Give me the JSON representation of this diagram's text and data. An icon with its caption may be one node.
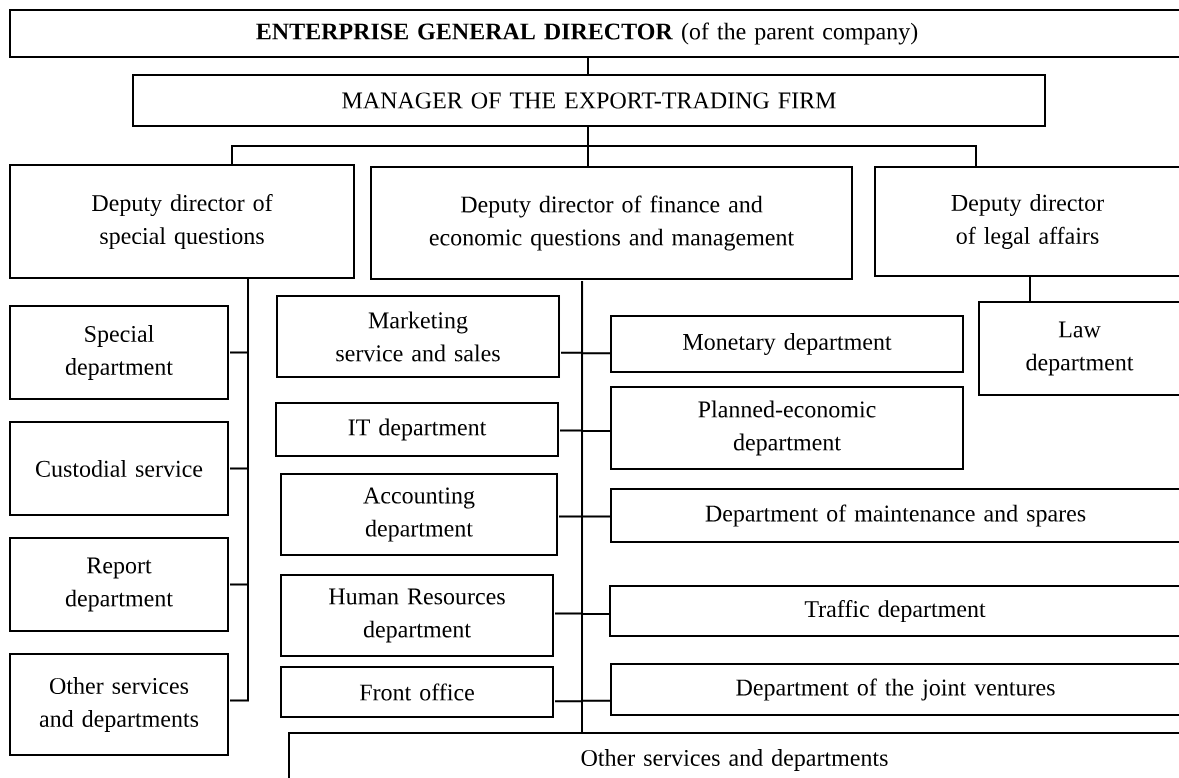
{
  "diagram": {
    "nodes": [
      {
        "text": [
          "**ENTERPRISE GENERAL DIRECTOR** (of the parent company)"
        ]
      },
      {
        "text": [
          "MANAGER OF THE EXPORT-TRADING FIRM"
        ]
      },
      {
        "text": [
          "Deputy director of special questions"
        ]
      },
      {
        "text": [
          "Deputy director of finance and economic questions and management"
        ]
      },
      {
        "text": [
          "Deputy director of legal affairs"
        ]
      },
      {
        "text": [
          "Special department"
        ]
      },
      {
        "text": [
          "Custodial service"
        ]
      },
      {
        "text": [
          "Report department"
        ]
      },
      {
        "text": [
          "Other services and departments"
        ]
      },
      {
        "text": [
          "Marketing service and sales"
        ]
      },
      {
        "text": [
          "IT department"
        ]
      },
      {
        "text": [
          "Accounting department"
        ]
      },
      {
        "text": [
          "Human Resources department"
        ]
      },
      {
        "text": [
          "Front office"
        ]
      },
      {
        "text": [
          "Monetary department"
        ]
      },
      {
        "text": [
          "Planned-economic department"
        ]
      },
      {
        "text": [
          "Department of maintenance and spares"
        ]
      },
      {
        "text": [
          "Traffic department"
        ]
      },
      {
        "text": [
          "Department of the joint ventures"
        ]
      },
      {
        "text": [
          "Law department"
        ]
      },
      {
        "text": [
          "Other services and departments"
        ]
      }
    ],
    "edges": [
      {
        "from": 0,
        "to": 1,
        "arrow": "none"
      },
      {
        "from": 1,
        "to": 2,
        "arrow": "none"
      },
      {
        "from": 1,
        "to": 3,
        "arrow": "none"
      },
      {
        "from": 1,
        "to": 4,
        "arrow": "none"
      },
      {
        "from": 2,
        "to": 5,
        "arrow": "none"
      },
      {
        "from": 2,
        "to": 6,
        "arrow": "none"
      },
      {
        "from": 2,
        "to": 7,
        "arrow": "none"
      },
      {
        "from": 2,
        "to": 8,
        "arrow": "none"
      },
      {
        "from": 3,
        "to": 9,
        "arrow": "none"
      },
      {
        "from": 3,
        "to": 10,
        "arrow": "none"
      },
      {
        "from": 3,
        "to": 11,
        "arrow": "none"
      },
      {
        "from": 3,
        "to": 12,
        "arrow": "none"
      },
      {
        "from": 3,
        "to": 13,
        "arrow": "none"
      },
      {
        "from": 3,
        "to": 14,
        "arrow": "none"
      },
      {
        "from": 3,
        "to": 15,
        "arrow": "none"
      },
      {
        "from": 3,
        "to": 16,
        "arrow": "none"
      },
      {
        "from": 3,
        "to": 17,
        "arrow": "none"
      },
      {
        "from": 3,
        "to": 18,
        "arrow": "none"
      },
      {
        "from": 3,
        "to": 20,
        "arrow": "none"
      },
      {
        "from": 4,
        "to": 19,
        "arrow": "none"
      }
    ]
  }
}
